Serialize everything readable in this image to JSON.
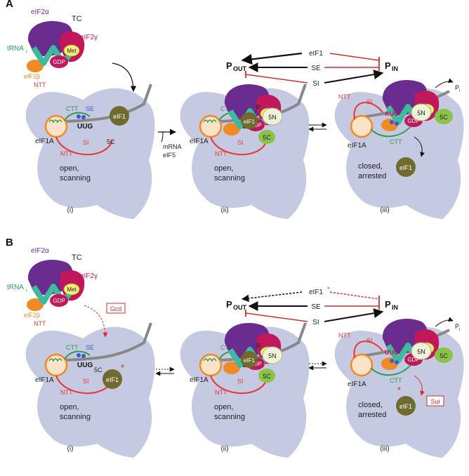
{
  "panels": [
    "A",
    "B"
  ],
  "states": [
    "(i)",
    "(ii)",
    "(iii)"
  ],
  "labels": {
    "tc": "TC",
    "eif2a": "eIF2α",
    "eif2g": "eIF2γ",
    "eif2b": "eIF2β",
    "trna": "tRNA",
    "trna_sub": "i",
    "ntt": "NTT",
    "ctt": "CTT",
    "se": "SE",
    "si": "SI",
    "met": "Met",
    "gdp": "GDP",
    "pi_p": "P",
    "pi_sub": "i",
    "eif1": "eIF1",
    "eif1a": "eIF1A",
    "uug": "UUG",
    "aug": "AUG",
    "n5": "5N",
    "c5": "5C",
    "mrna": "mRNA",
    "eif5": "eIF5",
    "open": "open,",
    "scanning": "scanning",
    "closed": "closed,",
    "arrested": "arrested",
    "pout_p": "P",
    "pout_sub": "OUT",
    "pin_p": "P",
    "pin_sub": "IN",
    "eif1_reg": "eIF1",
    "se_reg": "SE",
    "si_reg": "SI",
    "gcd": "Gcd",
    "sui": "Sui",
    "star": "*"
  },
  "colors": {
    "ribosome": "#c5c9e1",
    "eif2a": "#6a2c8e",
    "eif2g": "#c2185b",
    "eif2b": "#f08a24",
    "trna": "#3dbb9c",
    "met": "#f3ee7a",
    "eif1": "#6f6a2e",
    "eif1a": "#f08a24",
    "ntt": "#e53935",
    "ctt": "#2e9e4f",
    "c5": "#8bc34a",
    "n5": "#eef2d8",
    "mrna": "#888888",
    "inhibit": "#d32f2f",
    "arrow": "#111111"
  }
}
